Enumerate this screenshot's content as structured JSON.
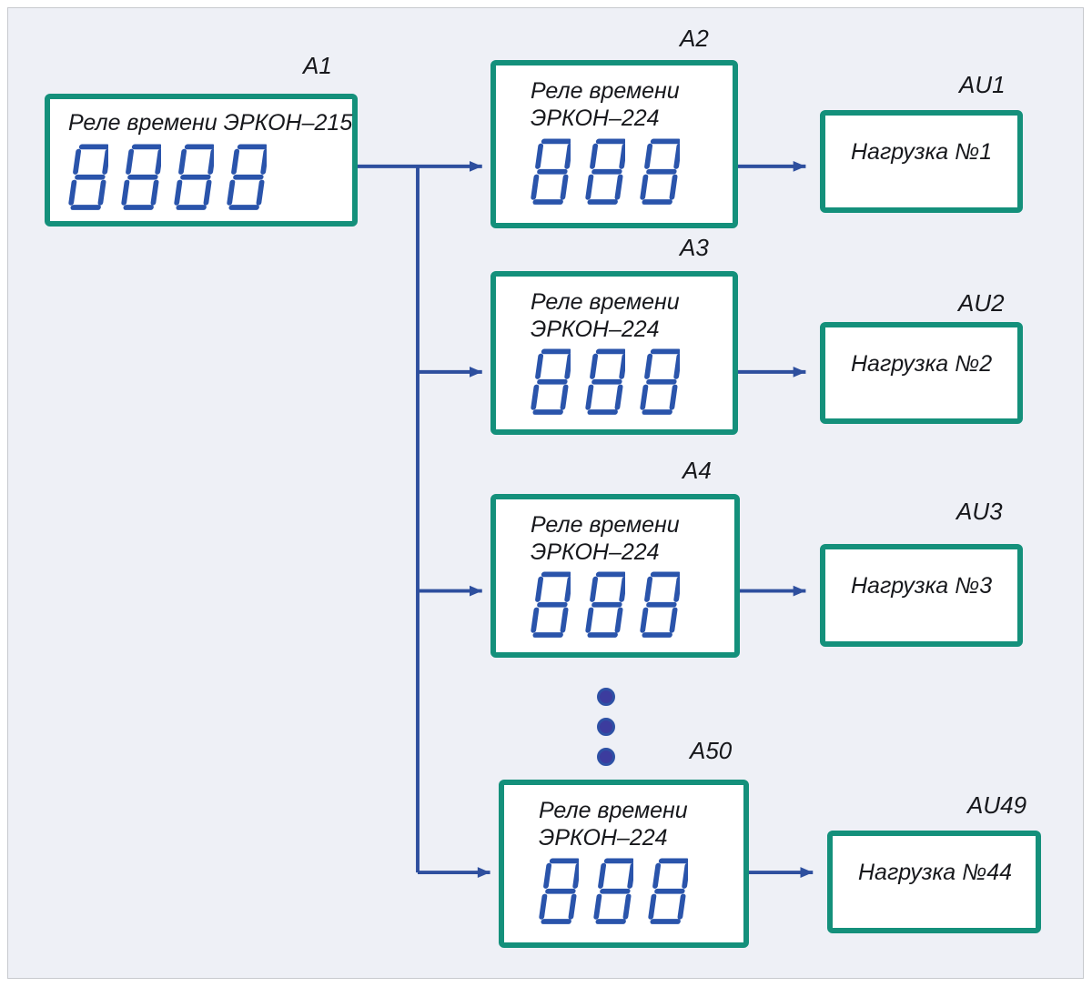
{
  "colors": {
    "background": "#eef0f6",
    "box_border": "#14907b",
    "connector": "#2e4f9e",
    "segment": "#2a54ab",
    "dot": "#3c3c9e",
    "dot_ring": "#2e51a5",
    "text": "#17181c"
  },
  "relays": {
    "a1": {
      "ref": "A1",
      "title": "Реле времени ЭРКОН–215",
      "display": "8888"
    },
    "a2": {
      "ref": "A2",
      "title_line1": "Реле времени",
      "title_line2": "ЭРКОН–224",
      "display": "888"
    },
    "a3": {
      "ref": "A3",
      "title_line1": "Реле времени",
      "title_line2": "ЭРКОН–224",
      "display": "888"
    },
    "a4": {
      "ref": "A4",
      "title_line1": "Реле времени",
      "title_line2": "ЭРКОН–224",
      "display": "888"
    },
    "a50": {
      "ref": "A50",
      "title_line1": "Реле времени",
      "title_line2": "ЭРКОН–224",
      "display": "888"
    }
  },
  "loads": {
    "au1": {
      "ref": "AU1",
      "label": "Нагрузка №1"
    },
    "au2": {
      "ref": "AU2",
      "label": "Нагрузка №2"
    },
    "au3": {
      "ref": "AU3",
      "label": "Нагрузка №3"
    },
    "au49": {
      "ref": "AU49",
      "label": "Нагрузка №44"
    }
  },
  "ellipsis": {
    "dot_count": 3
  }
}
